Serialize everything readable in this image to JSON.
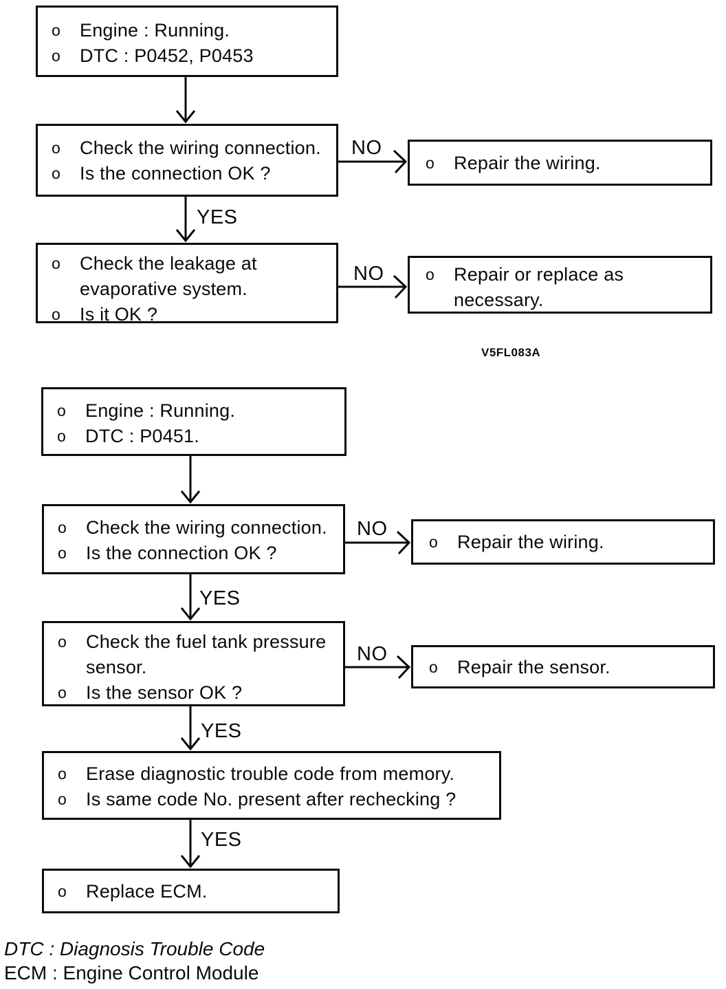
{
  "bullet": "o",
  "labels": {
    "yes": "YES",
    "no": "NO"
  },
  "figure_code": "V5FL083A",
  "chart1": {
    "start": {
      "line1": "Engine : Running.",
      "line2": "DTC : P0452, P0453"
    },
    "check_wiring": {
      "line1": "Check the wiring connection.",
      "line2": "Is the connection OK ?"
    },
    "repair_wiring": {
      "line1": "Repair the wiring."
    },
    "check_leakage": {
      "line1": "Check the leakage at evaporative system.",
      "line2": "Is it OK ?"
    },
    "repair_replace": {
      "line1": "Repair or replace as necessary."
    }
  },
  "chart2": {
    "start": {
      "line1": "Engine : Running.",
      "line2": "DTC : P0451."
    },
    "check_wiring": {
      "line1": "Check the wiring connection.",
      "line2": "Is the connection OK ?"
    },
    "repair_wiring": {
      "line1": "Repair the wiring."
    },
    "check_sensor": {
      "line1": "Check the fuel tank pressure sensor.",
      "line2": "Is the sensor OK ?"
    },
    "repair_sensor": {
      "line1": "Repair the sensor."
    },
    "erase_dtc": {
      "line1": "Erase diagnostic trouble code from memory.",
      "line2": "Is same code No. present after rechecking ?"
    },
    "replace_ecm": {
      "line1": "Replace ECM."
    }
  },
  "legend": {
    "dtc": "DTC : Diagnosis Trouble Code",
    "ecm": "ECM : Engine Control Module"
  }
}
